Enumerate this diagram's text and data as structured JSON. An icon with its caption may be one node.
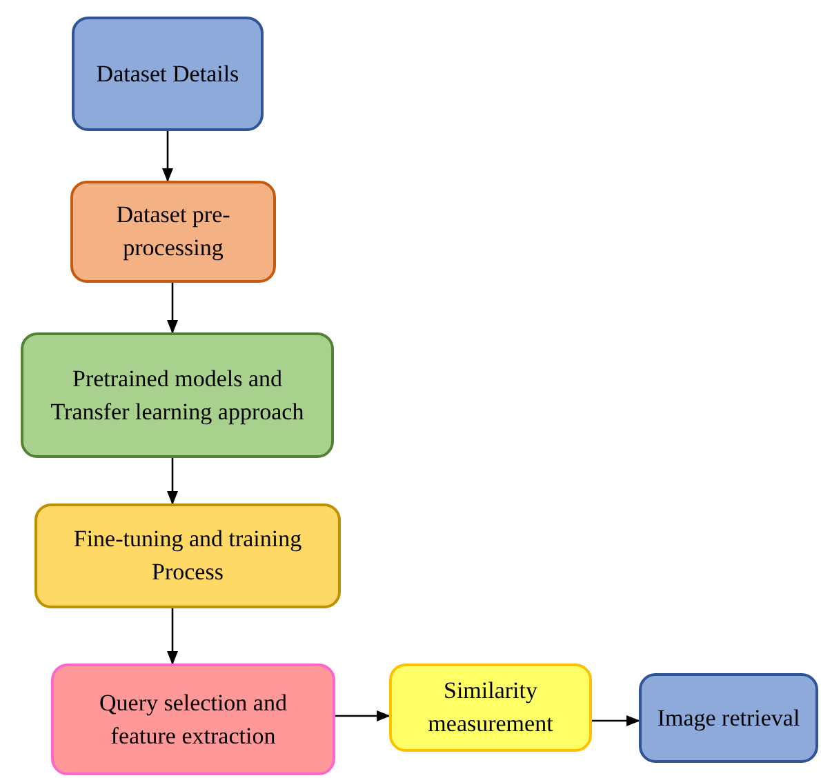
{
  "diagram": {
    "nodes": [
      {
        "text": [
          "Dataset Details"
        ]
      },
      {
        "text": [
          "Dataset pre-processing"
        ]
      },
      {
        "text": [
          "Pretrained models and Transfer learning approach"
        ]
      },
      {
        "text": [
          "Fine-tuning and training Process"
        ]
      },
      {
        "text": [
          "Query selection and feature extraction"
        ]
      },
      {
        "text": [
          "Similarity measurement"
        ]
      },
      {
        "text": [
          "Image retrieval"
        ]
      }
    ],
    "edges": [
      {
        "from": 0,
        "to": 1,
        "arrow": "to"
      },
      {
        "from": 1,
        "to": 2,
        "arrow": "to"
      },
      {
        "from": 2,
        "to": 3,
        "arrow": "to"
      },
      {
        "from": 3,
        "to": 4,
        "arrow": "to"
      },
      {
        "from": 4,
        "to": 5,
        "arrow": "to"
      },
      {
        "from": 5,
        "to": 6,
        "arrow": "to"
      }
    ]
  }
}
